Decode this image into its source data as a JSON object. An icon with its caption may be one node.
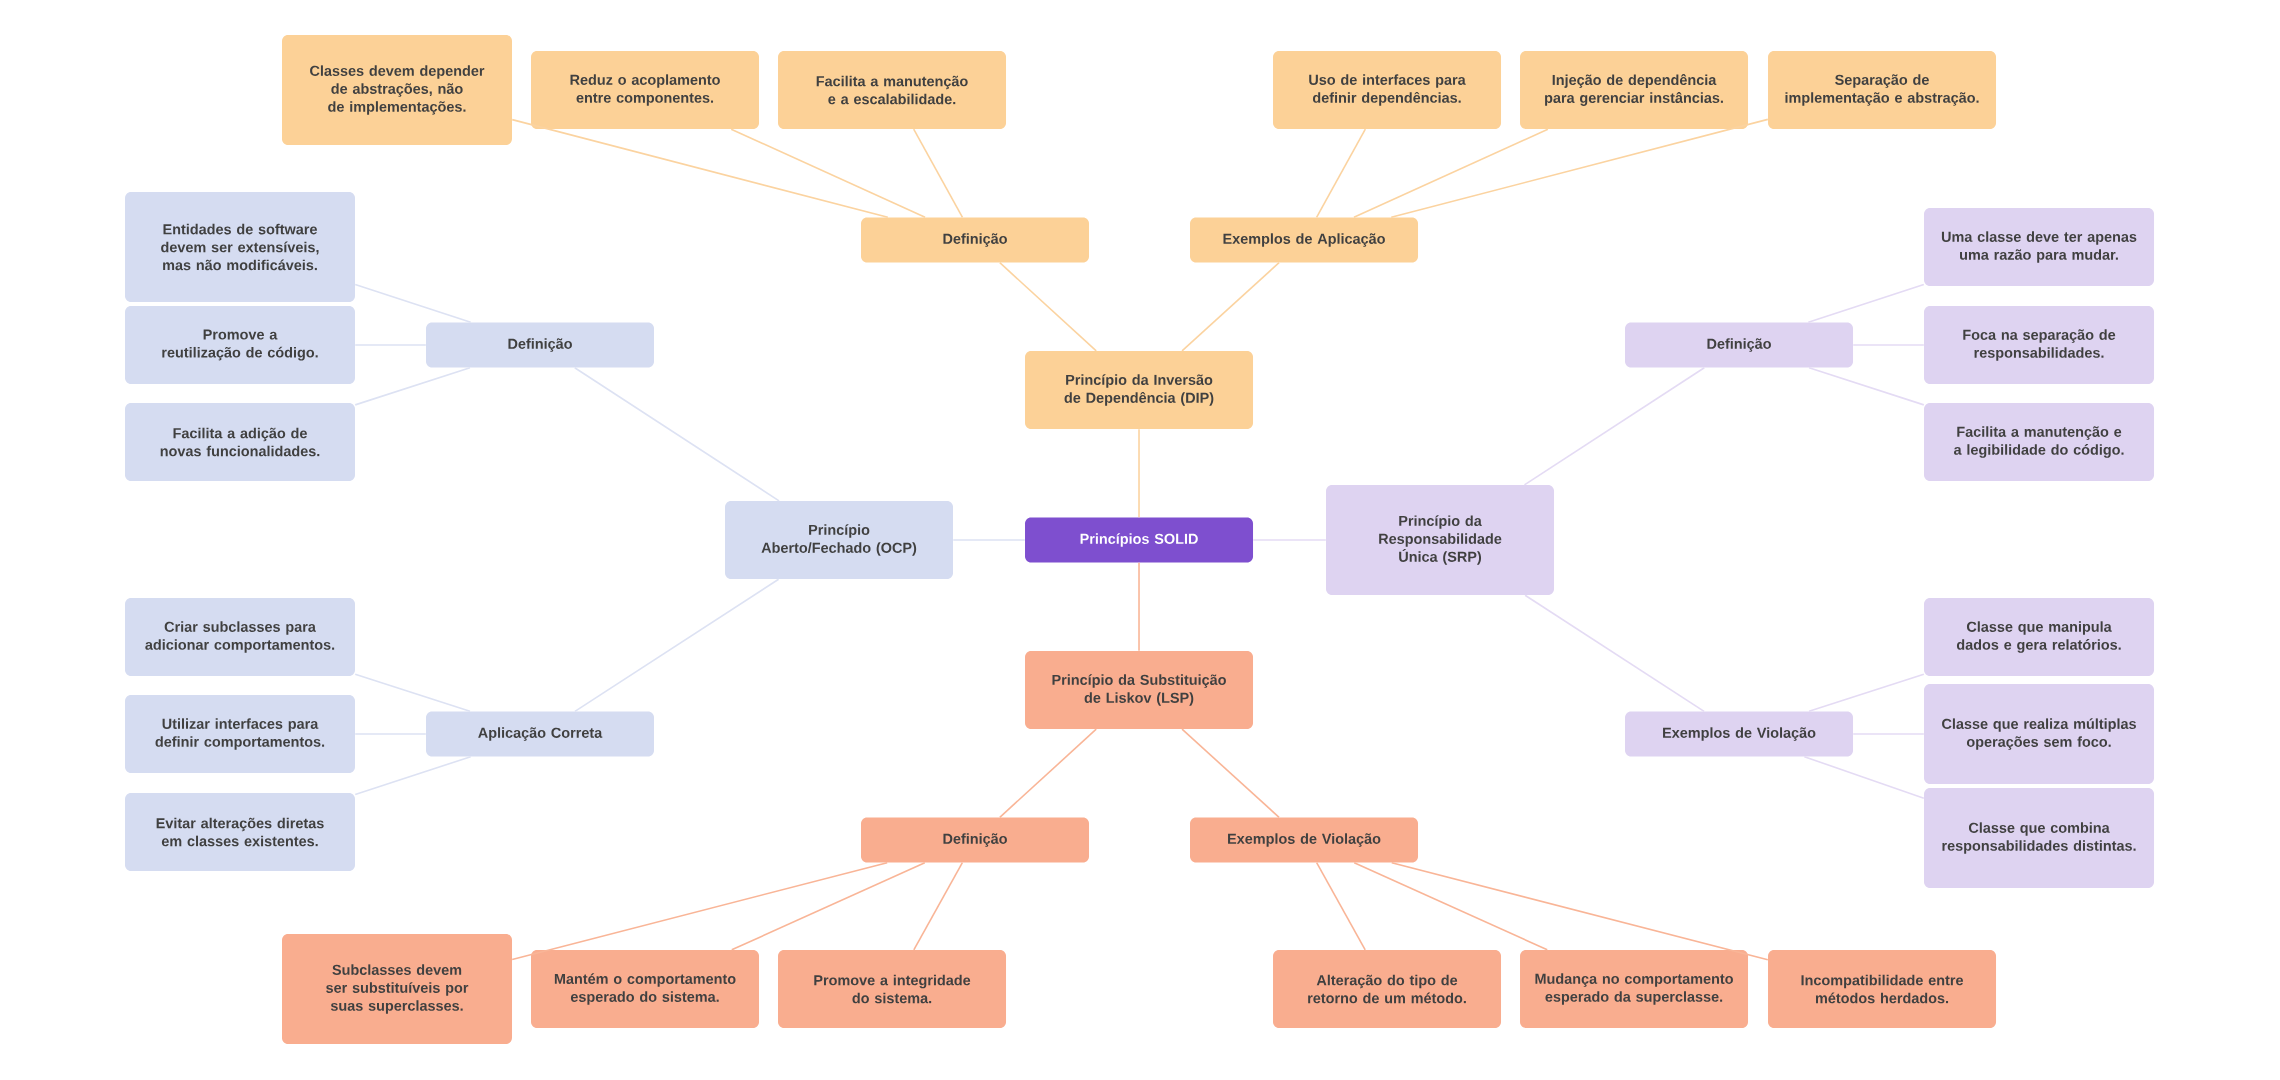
{
  "diagram": {
    "nodes": [
      {
        "text": [
          "Princípios SOLID"
        ]
      },
      {
        "text": [
          "Princípio da Inversão de Dependência (DIP)"
        ]
      },
      {
        "text": [
          "Definição"
        ]
      },
      {
        "text": [
          "Exemplos de Aplicação"
        ]
      },
      {
        "text": [
          "Classes devem depender de abstrações, não de implementações."
        ]
      },
      {
        "text": [
          "Reduz o acoplamento entre componentes."
        ]
      },
      {
        "text": [
          "Facilita a manutenção e a escalabilidade."
        ]
      },
      {
        "text": [
          "Uso de interfaces para definir dependências."
        ]
      },
      {
        "text": [
          "Injeção de dependência para gerenciar instâncias."
        ]
      },
      {
        "text": [
          "Separação de implementação e abstração."
        ]
      },
      {
        "text": [
          "Princípio Aberto/Fechado (OCP)"
        ]
      },
      {
        "text": [
          "Definição"
        ]
      },
      {
        "text": [
          "Aplicação Correta"
        ]
      },
      {
        "text": [
          "Entidades de software devem ser extensíveis, mas não modificáveis."
        ]
      },
      {
        "text": [
          "Promove a reutilização de código."
        ]
      },
      {
        "text": [
          "Facilita a adição de novas funcionalidades."
        ]
      },
      {
        "text": [
          "Criar subclasses para adicionar comportamentos."
        ]
      },
      {
        "text": [
          "Utilizar interfaces para definir comportamentos."
        ]
      },
      {
        "text": [
          "Evitar alterações diretas em classes existentes."
        ]
      },
      {
        "text": [
          "Princípio da Responsabilidade Única (SRP)"
        ]
      },
      {
        "text": [
          "Definição"
        ]
      },
      {
        "text": [
          "Exemplos de Violação"
        ]
      },
      {
        "text": [
          "Uma classe deve ter apenas uma razão para mudar."
        ]
      },
      {
        "text": [
          "Foca na separação de responsabilidades."
        ]
      },
      {
        "text": [
          "Facilita a manutenção e a legibilidade do código."
        ]
      },
      {
        "text": [
          "Classe que manipula dados e gera relatórios."
        ]
      },
      {
        "text": [
          "Classe que realiza múltiplas operações sem foco."
        ]
      },
      {
        "text": [
          "Classe que combina responsabilidades distintas."
        ]
      },
      {
        "text": [
          "Princípio da Substituição de Liskov (LSP)"
        ]
      },
      {
        "text": [
          "Definição"
        ]
      },
      {
        "text": [
          "Exemplos de Violação"
        ]
      },
      {
        "text": [
          "Subclasses devem ser substituíveis por suas superclasses."
        ]
      },
      {
        "text": [
          "Mantém o comportamento esperado do sistema."
        ]
      },
      {
        "text": [
          "Promove a integridade do sistema."
        ]
      },
      {
        "text": [
          "Alteração do tipo de retorno de um método."
        ]
      },
      {
        "text": [
          "Mudança no comportamento esperado da superclasse."
        ]
      },
      {
        "text": [
          "Incompatibilidade entre métodos herdados."
        ]
      }
    ],
    "edges": [
      {
        "from": 0,
        "to": 1,
        "arrow": "none",
        "color": "#fbd3a0"
      },
      {
        "from": 1,
        "to": 2,
        "arrow": "none",
        "color": "#fbd3a0"
      },
      {
        "from": 1,
        "to": 3,
        "arrow": "none",
        "color": "#fbd3a0"
      },
      {
        "from": 2,
        "to": 4,
        "arrow": "none",
        "color": "#fbd3a0"
      },
      {
        "from": 2,
        "to": 5,
        "arrow": "none",
        "color": "#fbd3a0"
      },
      {
        "from": 2,
        "to": 6,
        "arrow": "none",
        "color": "#fbd3a0"
      },
      {
        "from": 3,
        "to": 7,
        "arrow": "none",
        "color": "#fbd3a0"
      },
      {
        "from": 3,
        "to": 8,
        "arrow": "none",
        "color": "#fbd3a0"
      },
      {
        "from": 3,
        "to": 9,
        "arrow": "none",
        "color": "#fbd3a0"
      },
      {
        "from": 0,
        "to": 10,
        "arrow": "none",
        "color": "#dde2f3"
      },
      {
        "from": 10,
        "to": 11,
        "arrow": "none",
        "color": "#dde2f3"
      },
      {
        "from": 10,
        "to": 12,
        "arrow": "none",
        "color": "#dde2f3"
      },
      {
        "from": 11,
        "to": 13,
        "arrow": "none",
        "color": "#dde2f3"
      },
      {
        "from": 11,
        "to": 14,
        "arrow": "none",
        "color": "#dde2f3"
      },
      {
        "from": 11,
        "to": 15,
        "arrow": "none",
        "color": "#dde2f3"
      },
      {
        "from": 12,
        "to": 16,
        "arrow": "none",
        "color": "#dde2f3"
      },
      {
        "from": 12,
        "to": 17,
        "arrow": "none",
        "color": "#dde2f3"
      },
      {
        "from": 12,
        "to": 18,
        "arrow": "none",
        "color": "#dde2f3"
      },
      {
        "from": 0,
        "to": 19,
        "arrow": "none",
        "color": "#e4dbf4"
      },
      {
        "from": 19,
        "to": 20,
        "arrow": "none",
        "color": "#e4dbf4"
      },
      {
        "from": 19,
        "to": 21,
        "arrow": "none",
        "color": "#e4dbf4"
      },
      {
        "from": 20,
        "to": 22,
        "arrow": "none",
        "color": "#e4dbf4"
      },
      {
        "from": 20,
        "to": 23,
        "arrow": "none",
        "color": "#e4dbf4"
      },
      {
        "from": 20,
        "to": 24,
        "arrow": "none",
        "color": "#e4dbf4"
      },
      {
        "from": 21,
        "to": 25,
        "arrow": "none",
        "color": "#e4dbf4"
      },
      {
        "from": 21,
        "to": 26,
        "arrow": "none",
        "color": "#e4dbf4"
      },
      {
        "from": 21,
        "to": 27,
        "arrow": "none",
        "color": "#e4dbf4"
      },
      {
        "from": 0,
        "to": 28,
        "arrow": "none",
        "color": "#f9b597"
      },
      {
        "from": 28,
        "to": 29,
        "arrow": "none",
        "color": "#f9b597"
      },
      {
        "from": 28,
        "to": 30,
        "arrow": "none",
        "color": "#f9b597"
      },
      {
        "from": 29,
        "to": 31,
        "arrow": "none",
        "color": "#f9b597"
      },
      {
        "from": 29,
        "to": 32,
        "arrow": "none",
        "color": "#f9b597"
      },
      {
        "from": 29,
        "to": 33,
        "arrow": "none",
        "color": "#f9b597"
      },
      {
        "from": 30,
        "to": 34,
        "arrow": "none",
        "color": "#f9b597"
      },
      {
        "from": 30,
        "to": 35,
        "arrow": "none",
        "color": "#f9b597"
      },
      {
        "from": 30,
        "to": 36,
        "arrow": "none",
        "color": "#f9b597"
      }
    ]
  }
}
